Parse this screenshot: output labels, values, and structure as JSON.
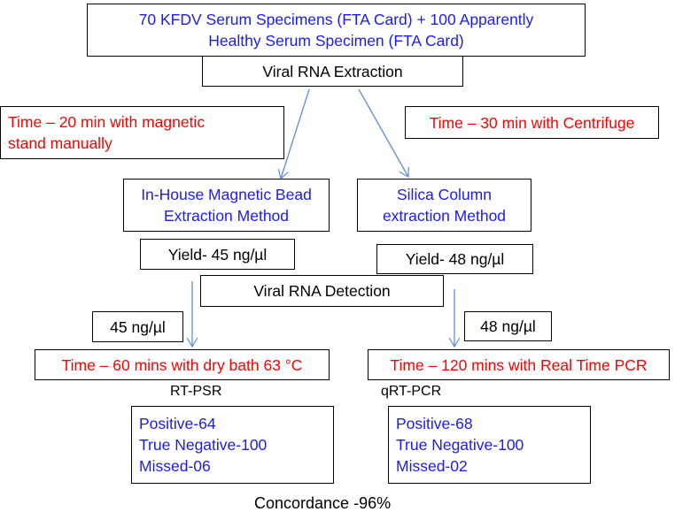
{
  "specimens": {
    "line1": "70 KFDV Serum Specimens (FTA Card) + 100 Apparently",
    "line2": "Healthy Serum Specimen (FTA Card)"
  },
  "extraction": "Viral RNA Extraction",
  "time_magnetic": {
    "line1": "Time – 20 min with magnetic",
    "line2": "stand manually"
  },
  "time_centrifuge": "Time – 30 min with Centrifuge",
  "magnetic_method": {
    "line1": "In-House Magnetic Bead",
    "line2": "Extraction Method"
  },
  "silica_method": {
    "line1": "Silica Column",
    "line2": "extraction  Method"
  },
  "yield_magnetic": "Yield- 45 ng/µl",
  "yield_silica": "Yield- 48 ng/µl",
  "detection": "Viral RNA Detection",
  "input_left": "45 ng/µl",
  "input_right": "48 ng/µl",
  "time_dry_bath": "Time – 60 mins with dry bath 63 °C",
  "time_pcr": "Time – 120 mins with Real Time PCR",
  "label_rt": "RT-PSR",
  "label_qrt": "qRT-PCR",
  "results_left": {
    "positive": "Positive-64",
    "true_negative": "True Negative-100",
    "missed": "Missed-06"
  },
  "results_right": {
    "positive": "Positive-68",
    "true_negative": "True Negative-100",
    "missed": "Missed-02"
  },
  "concordance": "Concordance -96%",
  "colors": {
    "blue_text": "#1a1aff",
    "red_text": "#ff0000",
    "arrow": "#5b8fd6"
  }
}
